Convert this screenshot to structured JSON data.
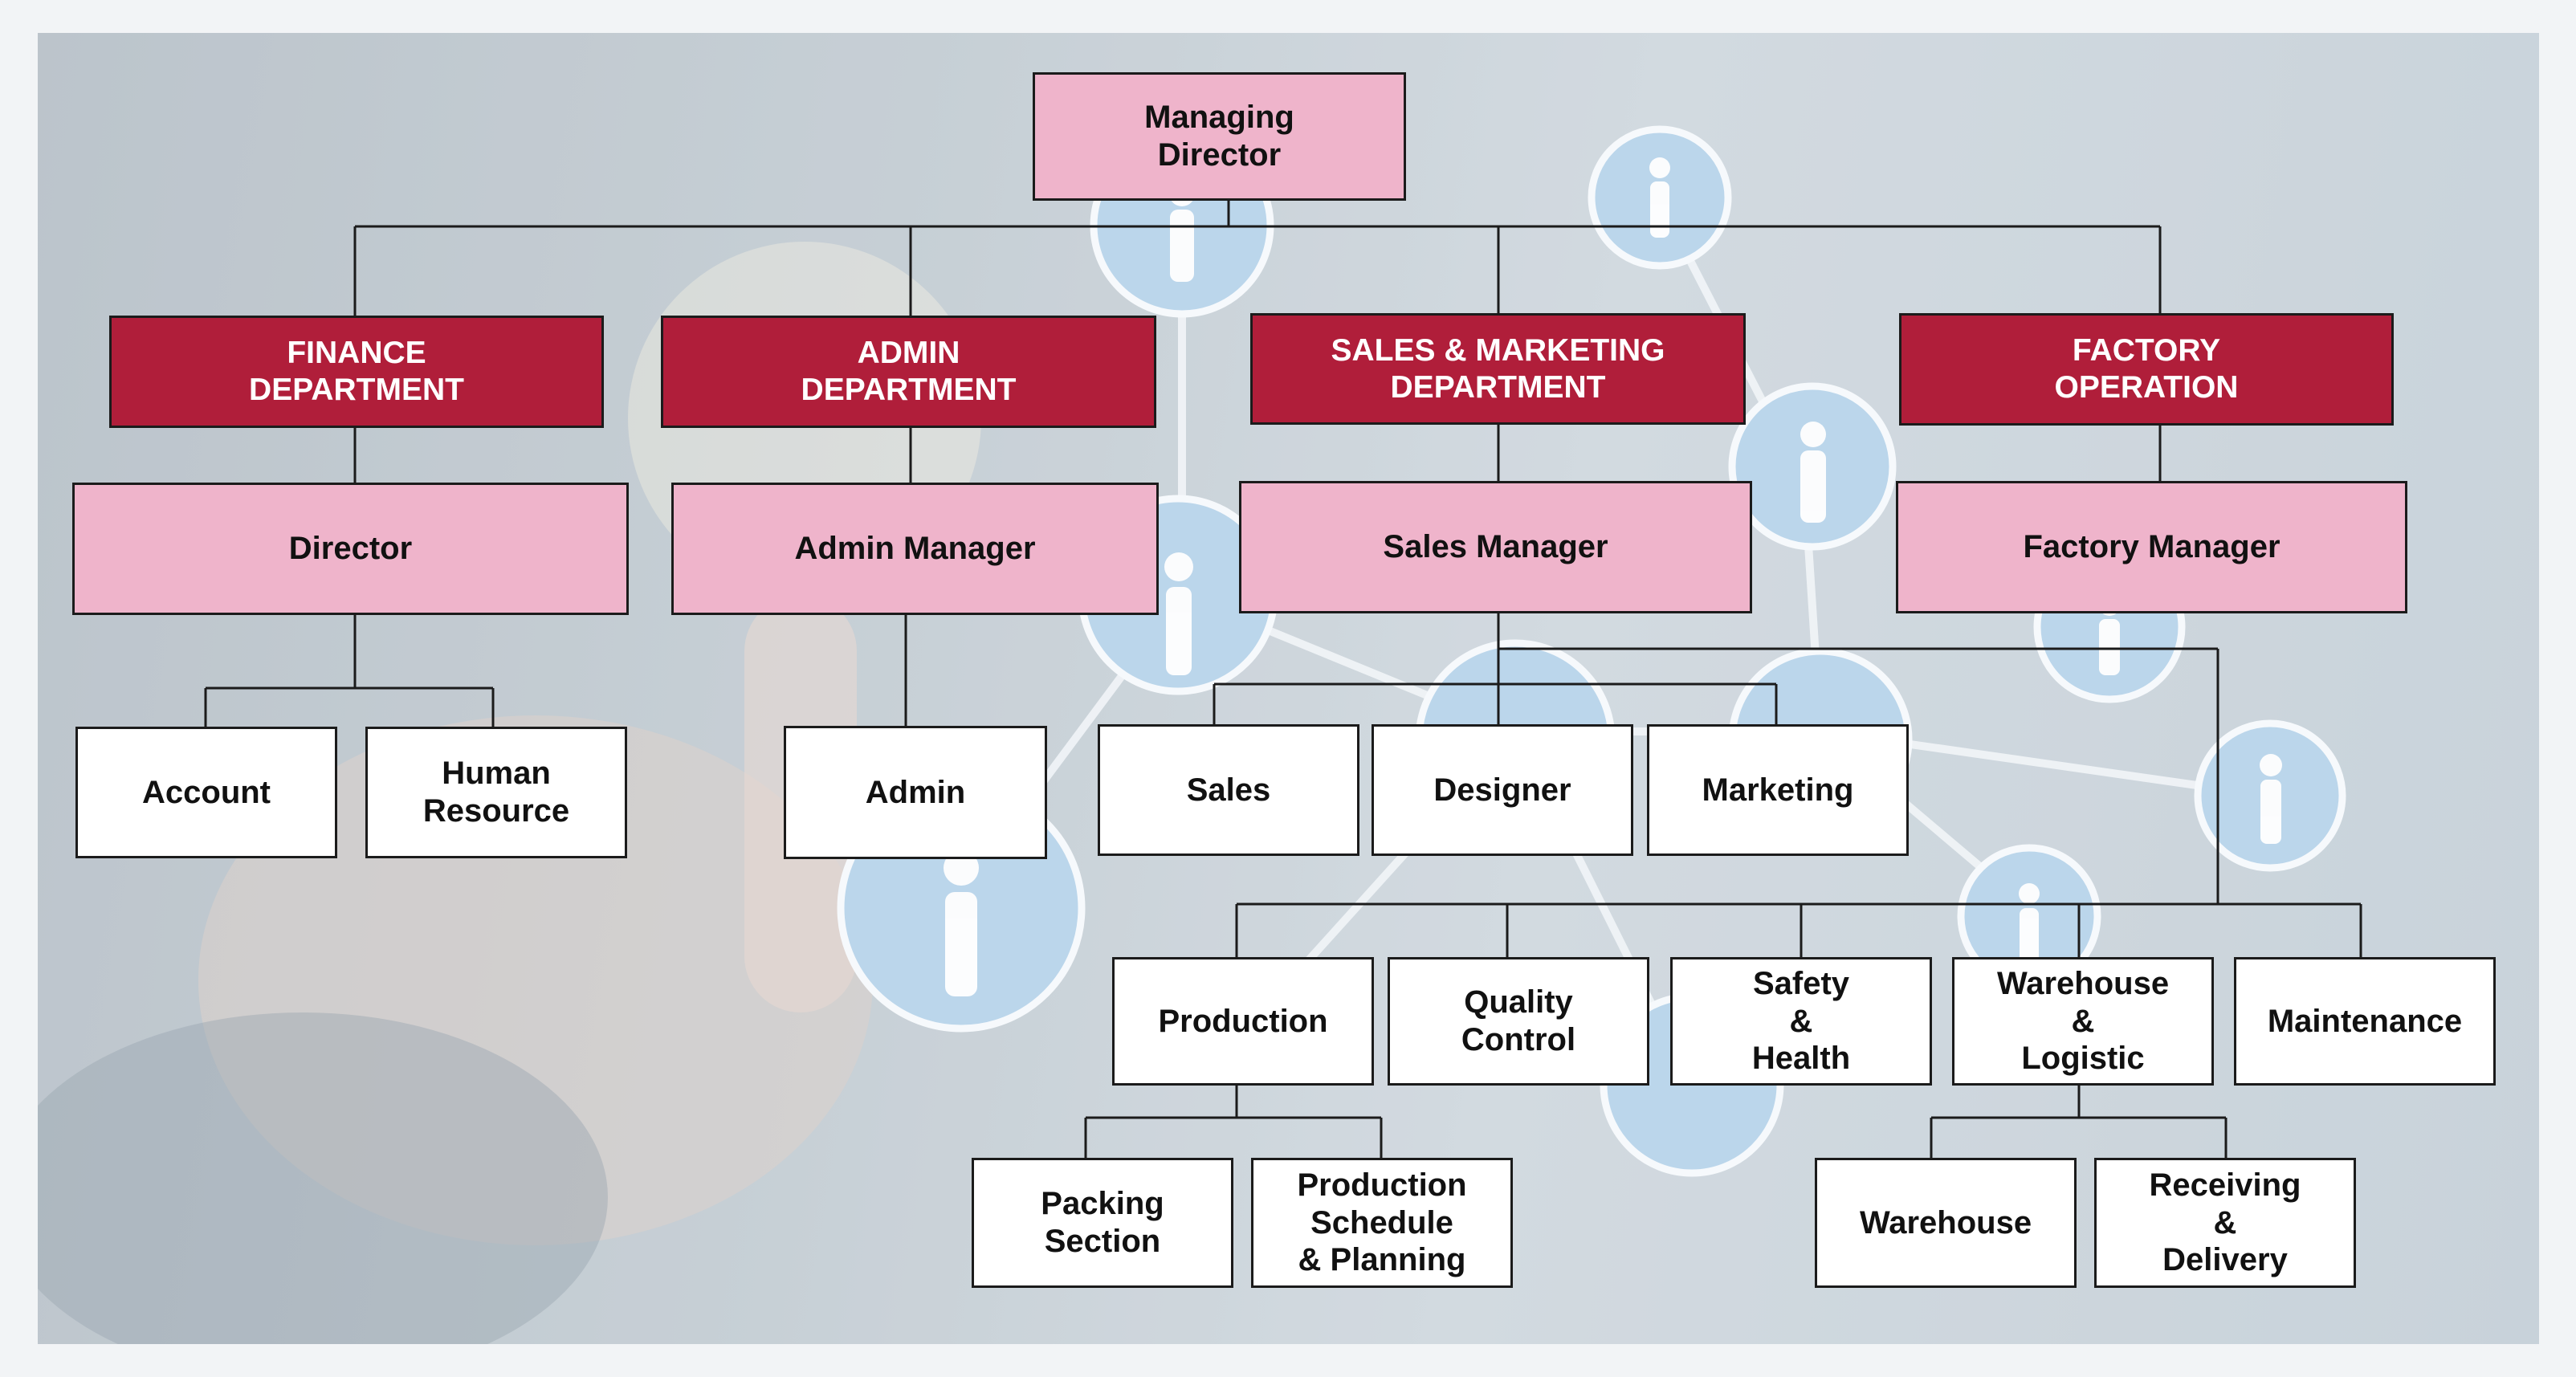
{
  "colors": {
    "dept_fill": "#b01e3a",
    "manager_fill": "#efb4cb",
    "unit_fill": "#ffffff",
    "connector": "#1b1b1b",
    "background_icon": "#a8cbe6"
  },
  "background": {
    "description_icons": [
      "person-icon",
      "network-icon"
    ]
  },
  "nodes": {
    "managing_director": "Managing\nDirector",
    "finance": "FINANCE\nDEPARTMENT",
    "admin_dept": "ADMIN\nDEPARTMENT",
    "sales_marketing": "SALES & MARKETING\nDEPARTMENT",
    "factory_operation": "FACTORY\nOPERATION",
    "director": "Director",
    "admin_manager": "Admin Manager",
    "sales_manager": "Sales Manager",
    "factory_manager": "Factory Manager",
    "account": "Account",
    "human_resource": "Human\nResource",
    "admin": "Admin",
    "sales": "Sales",
    "designer": "Designer",
    "marketing": "Marketing",
    "production": "Production",
    "quality_control": "Quality\nControl",
    "safety_health": "Safety\n&\nHealth",
    "warehouse_logistic": "Warehouse\n&\nLogistic",
    "maintenance": "Maintenance",
    "packing_section": "Packing\nSection",
    "production_schedule": "Production\nSchedule\n& Planning",
    "warehouse": "Warehouse",
    "receiving_delivery": "Receiving\n&\nDelivery"
  }
}
